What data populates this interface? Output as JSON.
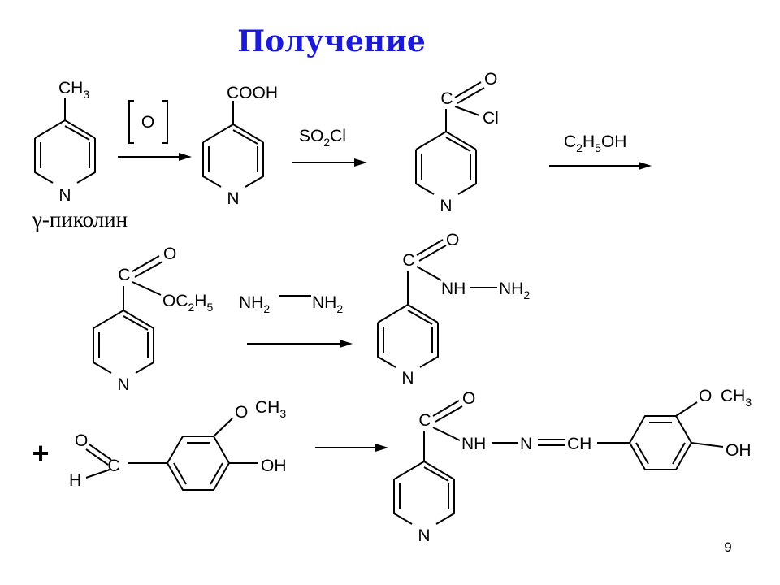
{
  "slide": {
    "title": "Получение",
    "page_number": "9"
  },
  "labels": {
    "ch3": "CH",
    "ch3_sub": "3",
    "gamma_picoline": "γ-пиколин",
    "oxidant": "O",
    "cooh": "COOH",
    "so2cl": "SO",
    "so2cl_sub": "2",
    "so2cl_tail": "Cl",
    "acyl_c": "C",
    "acyl_o": "O",
    "acyl_cl": "Cl",
    "ethanol_c": "C",
    "ethanol_sub1": "2",
    "ethanol_h": "H",
    "ethanol_sub2": "5",
    "ethanol_tail": "OH",
    "ester_c": "C",
    "ester_o": "O",
    "ester_oc": "OC",
    "ester_sub1": "2",
    "ester_h": "H",
    "ester_sub2": "5",
    "hydrazine_nh": "NH",
    "hydrazine_sub": "2",
    "hydrazide_c": "C",
    "hydrazide_o": "O",
    "hydrazide_nh": "NH",
    "hydrazide_nh2": "NH",
    "hydrazide_nh2_sub": "2",
    "plus": "+",
    "vanillin_o": "O",
    "vanillin_h": "H",
    "vanillin_c": "C",
    "vanillin_och3_o": "O",
    "vanillin_ch3": "CH",
    "vanillin_ch3_sub": "3",
    "vanillin_oh": "OH",
    "product_c": "C",
    "product_o": "O",
    "product_nh": "NH",
    "product_n": "N",
    "product_ch": "CH",
    "product_o2": "O",
    "product_ch3": "CH",
    "product_ch3_sub": "3",
    "product_oh": "OH",
    "ring_n": "N"
  }
}
